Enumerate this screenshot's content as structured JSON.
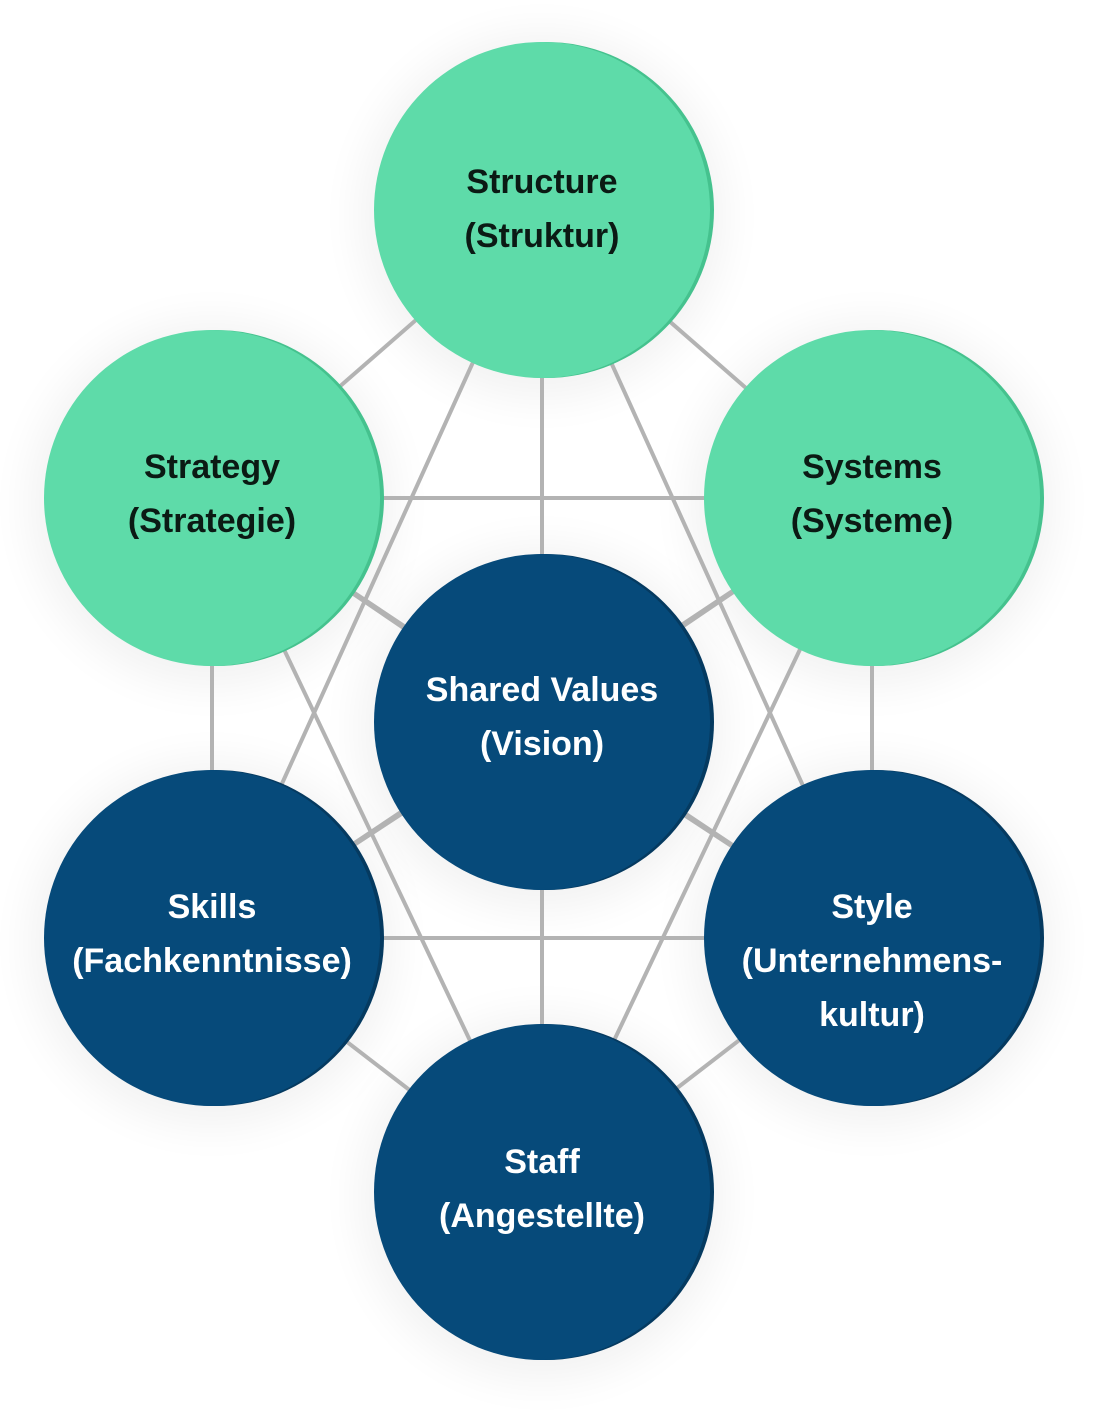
{
  "colors": {
    "hard_elements": "#5edba9",
    "soft_elements": "#064a7a",
    "connectors": "#b3b3b3"
  },
  "nodes": {
    "structure": {
      "line1": "Structure",
      "line2": "(Struktur)"
    },
    "strategy": {
      "line1": "Strategy",
      "line2": "(Strategie)"
    },
    "systems": {
      "line1": "Systems",
      "line2": "(Systeme)"
    },
    "shared_values": {
      "line1": "Shared Values",
      "line2": "(Vision)"
    },
    "skills": {
      "line1": "Skills",
      "line2": "(Fachkenntnisse)"
    },
    "style": {
      "line1": "Style",
      "line2": "(Unternehmens-",
      "line3": "kultur)"
    },
    "staff": {
      "line1": "Staff",
      "line2": "(Angestellte)"
    }
  }
}
